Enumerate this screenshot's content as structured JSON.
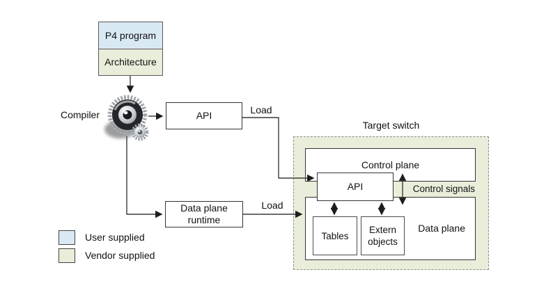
{
  "colors": {
    "user_supplied_fill": "#d9e9f4",
    "vendor_supplied_fill": "#e9eeda",
    "line": "#3a3a3a",
    "box_border": "#333333",
    "dashed_border": "#8c8c8c"
  },
  "pipeline": {
    "p4_program_label": "P4 program",
    "architecture_label": "Architecture",
    "compiler_label": "Compiler",
    "compiler_icon": "gear-icon",
    "api_label": "API",
    "load_label_top": "Load",
    "data_plane_runtime_label": "Data plane runtime",
    "load_label_bottom": "Load"
  },
  "target_switch": {
    "title": "Target switch",
    "control_plane_label": "Control plane",
    "api_label": "API",
    "control_signals_label": "Control signals",
    "data_plane_label": "Data plane",
    "tables_label": "Tables",
    "extern_objects_label": "Extern objects"
  },
  "legend": {
    "user": {
      "label": "User supplied",
      "color": "#d9e9f4"
    },
    "vendor": {
      "label": "Vendor supplied",
      "color": "#e9eeda"
    }
  }
}
